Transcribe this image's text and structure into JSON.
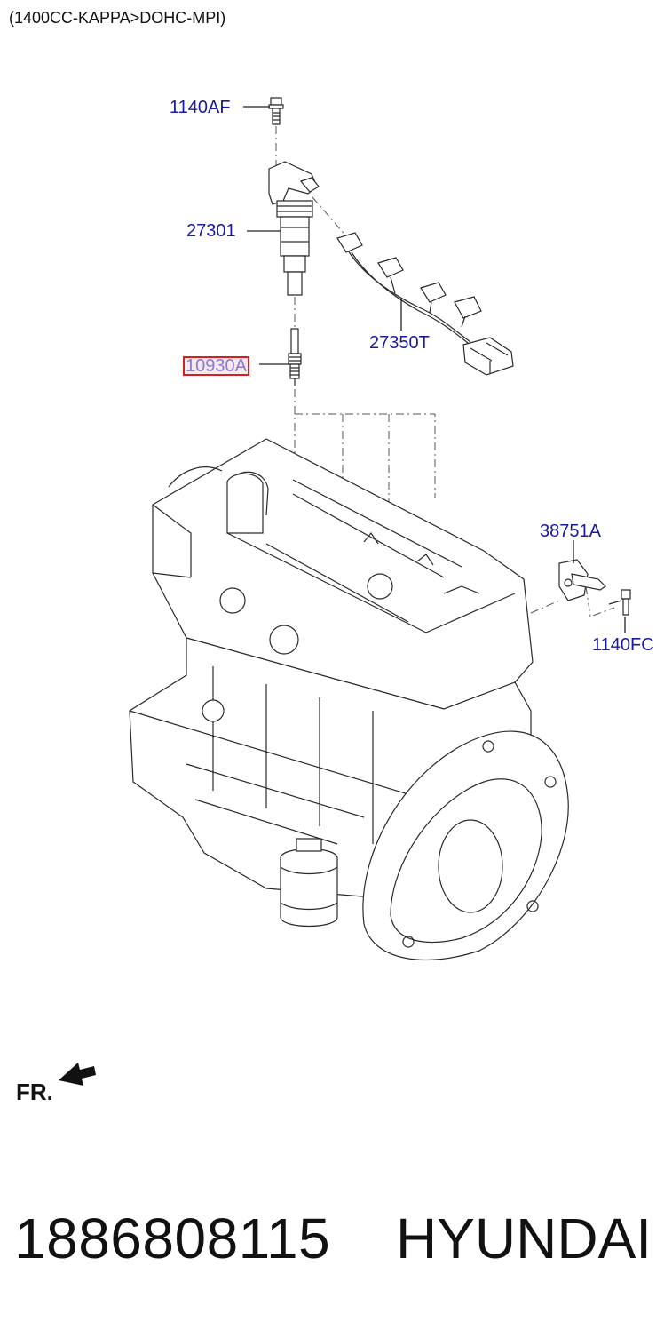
{
  "diagram": {
    "subtitle": "(1400CC-KAPPA>DOHC-MPI)",
    "callouts": [
      {
        "id": "1140AF",
        "label": "1140AF",
        "highlighted": false
      },
      {
        "id": "27301",
        "label": "27301",
        "highlighted": false
      },
      {
        "id": "10930A",
        "label": "10930A",
        "highlighted": true
      },
      {
        "id": "27350T",
        "label": "27350T",
        "highlighted": false
      },
      {
        "id": "38751A",
        "label": "38751A",
        "highlighted": false
      },
      {
        "id": "1140FC",
        "label": "1140FC",
        "highlighted": false
      }
    ],
    "direction_label": "FR."
  },
  "footer": {
    "part_number": "1886808115",
    "brand": "HYUNDAI"
  },
  "colors": {
    "callout_text": "#1a1aa0",
    "highlight_border": "#d61f1f",
    "highlight_text": "#8a7bd0"
  }
}
